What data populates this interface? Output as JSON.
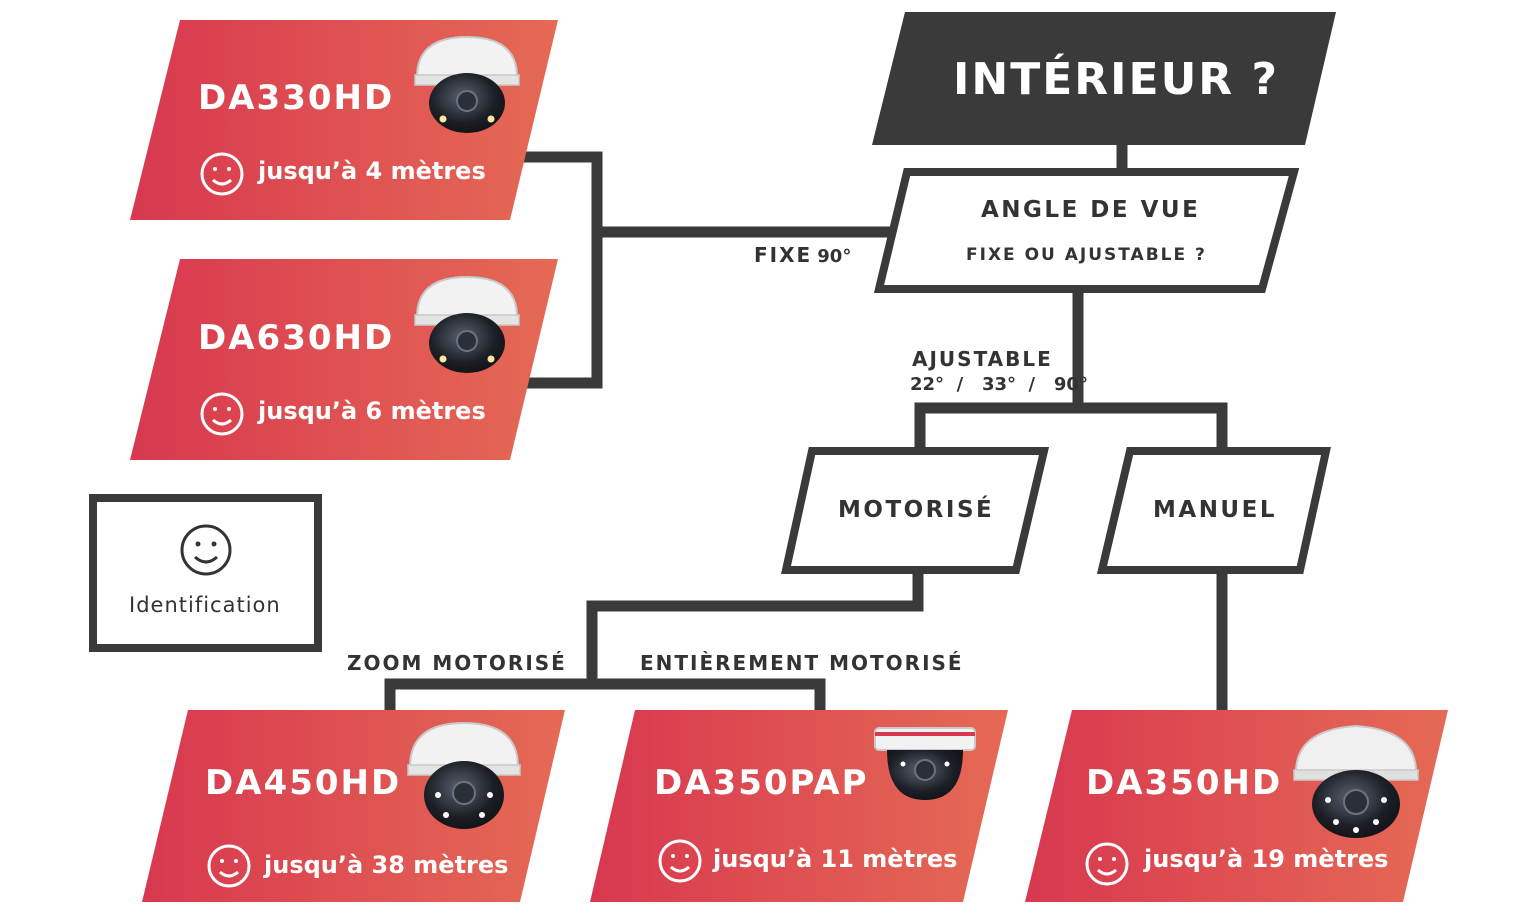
{
  "colors": {
    "dark": "#3a3a3a",
    "product_gradient_start": "#d8384f",
    "product_gradient_end": "#e56a55",
    "text_dark": "#333333"
  },
  "header": {
    "title": "INTÉRIEUR ?"
  },
  "angle_node": {
    "title": "ANGLE DE VUE",
    "subtitle": "FIXE OU AJUSTABLE ?"
  },
  "edges": {
    "fixed": {
      "label": "FIXE",
      "value": "90°"
    },
    "adjustable": {
      "label": "AJUSTABLE",
      "values": "22°  /   33°  /   90°"
    },
    "zoom": {
      "label": "ZOOM MOTORISÉ"
    },
    "full": {
      "label": "ENTIÈREMENT MOTORISÉ"
    }
  },
  "motor_node": {
    "label": "MOTORISÉ"
  },
  "manual_node": {
    "label": "MANUEL"
  },
  "legend": {
    "icon": "smiley-icon",
    "label": "Identification"
  },
  "products": [
    {
      "name": "DA330HD",
      "range": "jusqu’à 4 mètres",
      "icon": "smiley-icon",
      "image": "dome-camera-icon"
    },
    {
      "name": "DA630HD",
      "range": "jusqu’à 6 mètres",
      "icon": "smiley-icon",
      "image": "dome-camera-icon"
    },
    {
      "name": "DA450HD",
      "range": "jusqu’à 38 mètres",
      "icon": "smiley-icon",
      "image": "dome-camera-icon"
    },
    {
      "name": "DA350PAP",
      "range": "jusqu’à 11 mètres",
      "icon": "smiley-icon",
      "image": "flat-dome-camera-icon"
    },
    {
      "name": "DA350HD",
      "range": "jusqu’à 19 mètres",
      "icon": "smiley-icon",
      "image": "vandal-dome-camera-icon"
    }
  ]
}
